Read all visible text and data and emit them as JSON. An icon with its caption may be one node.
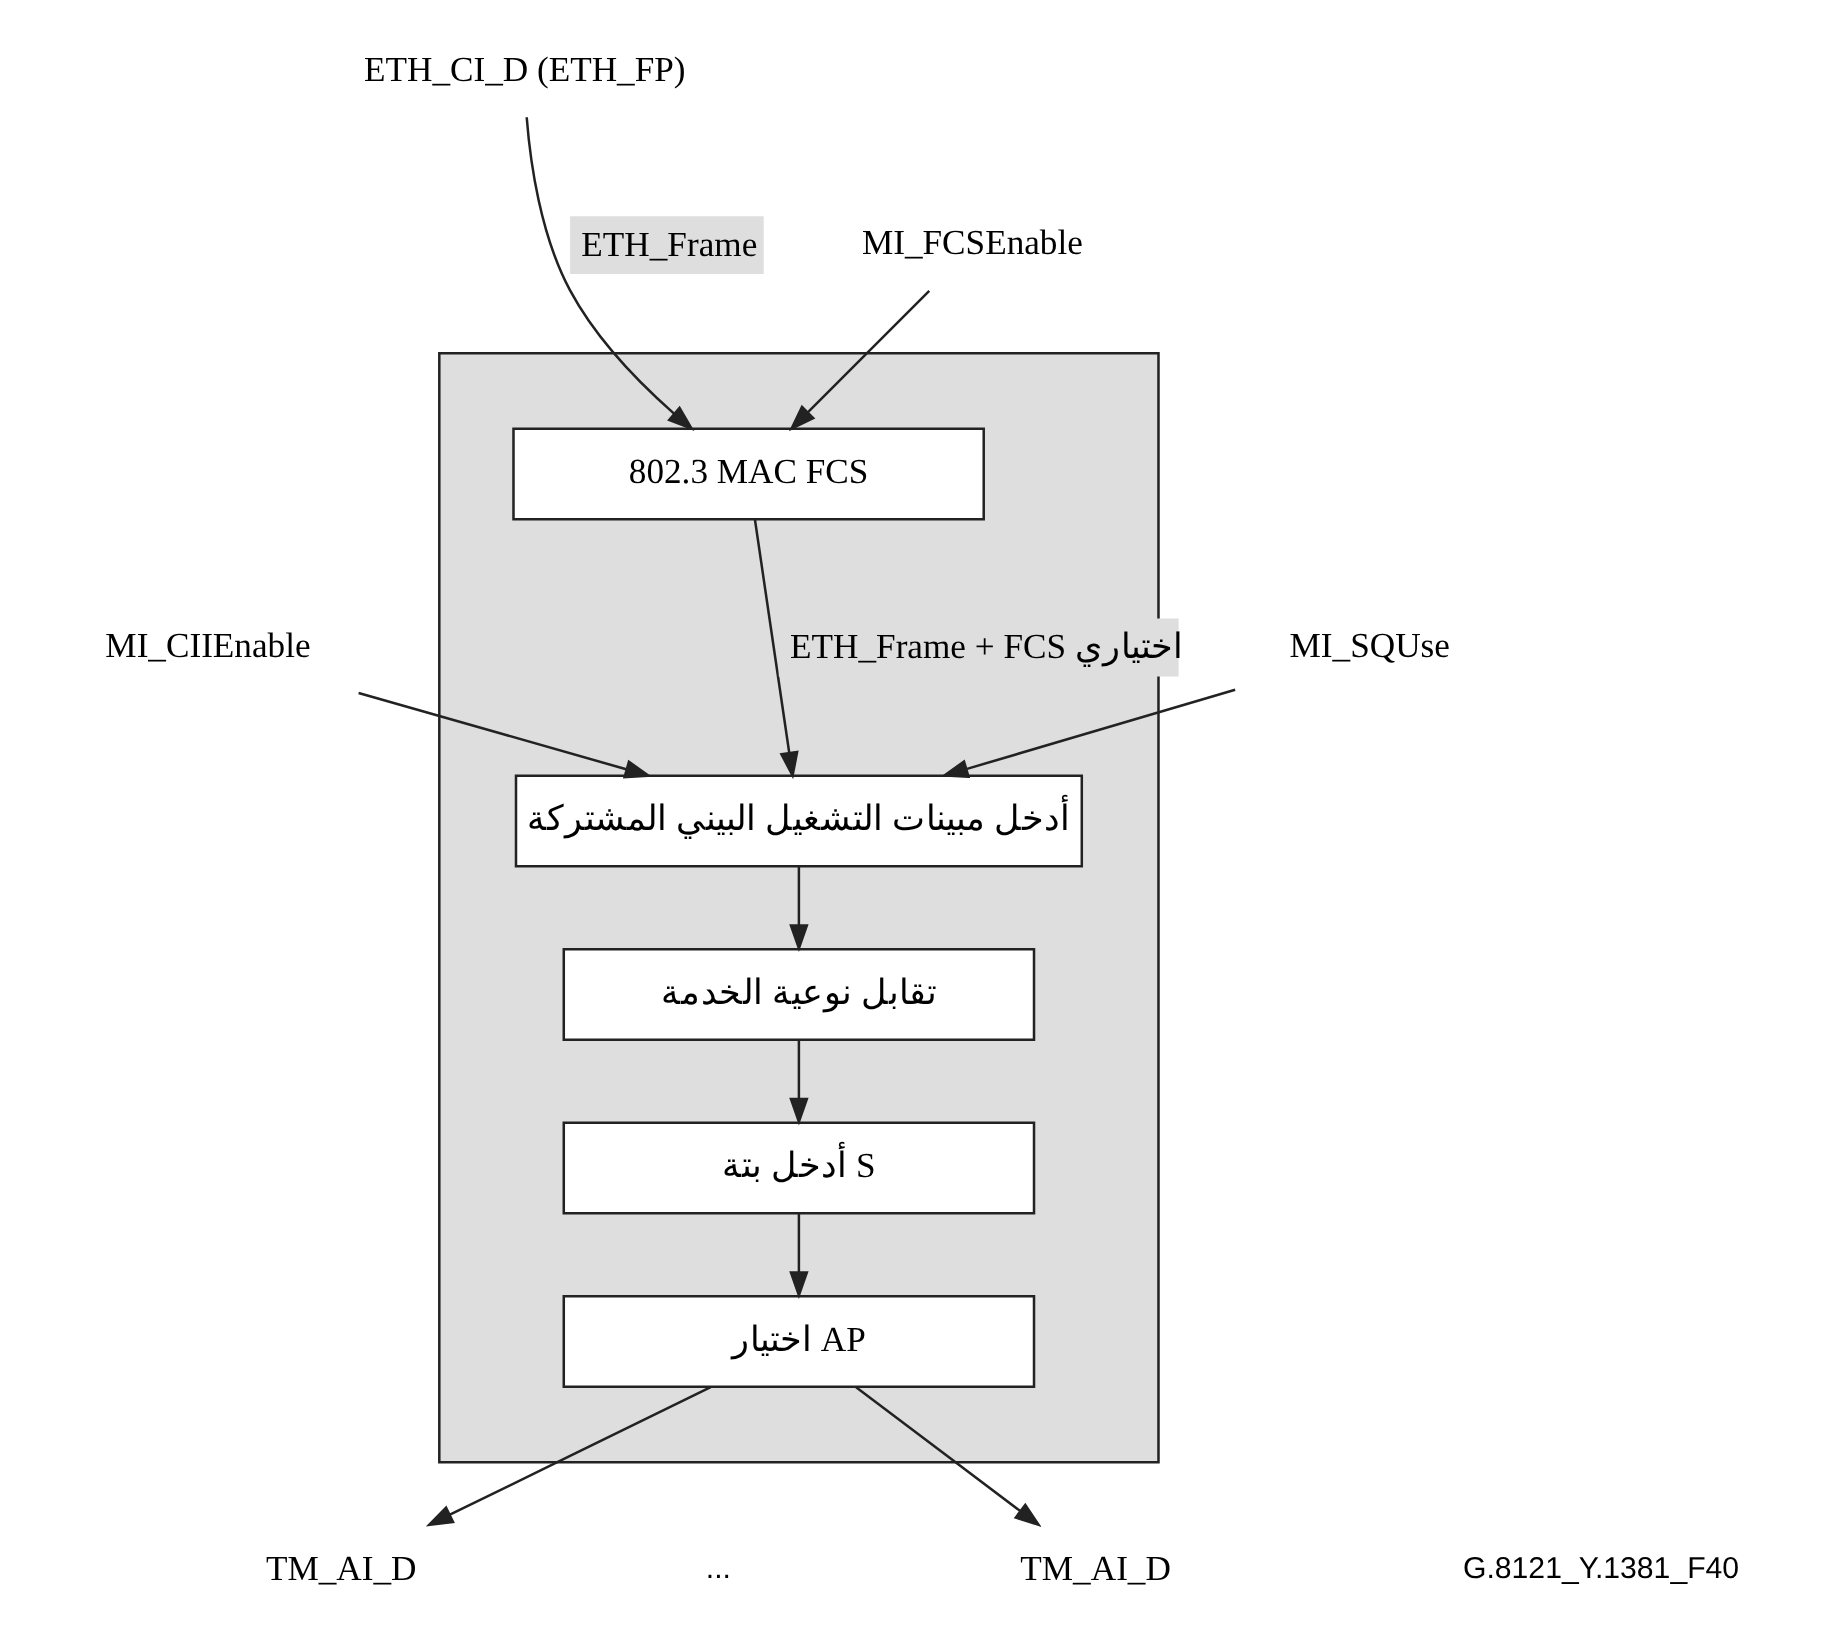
{
  "diagram": {
    "nodes": [
      {
        "text": [],
        "shape": "box"
      },
      {
        "text": [
          "ETH_CI_D (ETH_FP)"
        ]
      },
      {
        "text": [
          "MI_FCSEnable"
        ]
      },
      {
        "text": [
          "MI_CIIEnable"
        ]
      },
      {
        "text": [
          "MI_SQUse"
        ]
      },
      {
        "text": [
          "802.3 MAC FCS"
        ],
        "in": 0
      },
      {
        "text": [
          "أدخل مبينات التشغيل البيني المشتركة"
        ],
        "in": 0
      },
      {
        "text": [
          "تقابل نوعية الخدمة"
        ],
        "in": 0
      },
      {
        "text": [
          "أدخل بتة S"
        ],
        "in": 0
      },
      {
        "text": [
          "اختيار AP"
        ],
        "in": 0
      },
      {
        "text": [
          "TM_AI_D"
        ]
      },
      {
        "text": [
          "TM_AI_D"
        ]
      }
    ],
    "edges": [
      {
        "from": 1,
        "to": 5,
        "arrow": "to",
        "label": "ETH_Frame"
      },
      {
        "from": 2,
        "to": 5,
        "arrow": "to"
      },
      {
        "from": 5,
        "to": 6,
        "arrow": "to",
        "label": "ETH_Frame + FCS اختياري"
      },
      {
        "from": 3,
        "to": 6,
        "arrow": "to"
      },
      {
        "from": 4,
        "to": 6,
        "arrow": "to"
      },
      {
        "from": 6,
        "to": 7,
        "arrow": "to"
      },
      {
        "from": 7,
        "to": 8,
        "arrow": "to"
      },
      {
        "from": 8,
        "to": 9,
        "arrow": "to"
      },
      {
        "from": 9,
        "to": 10,
        "arrow": "to"
      },
      {
        "from": 9,
        "to": 11,
        "arrow": "to"
      }
    ],
    "labels": [
      "...",
      "G.8121_Y.1381_F40"
    ]
  }
}
